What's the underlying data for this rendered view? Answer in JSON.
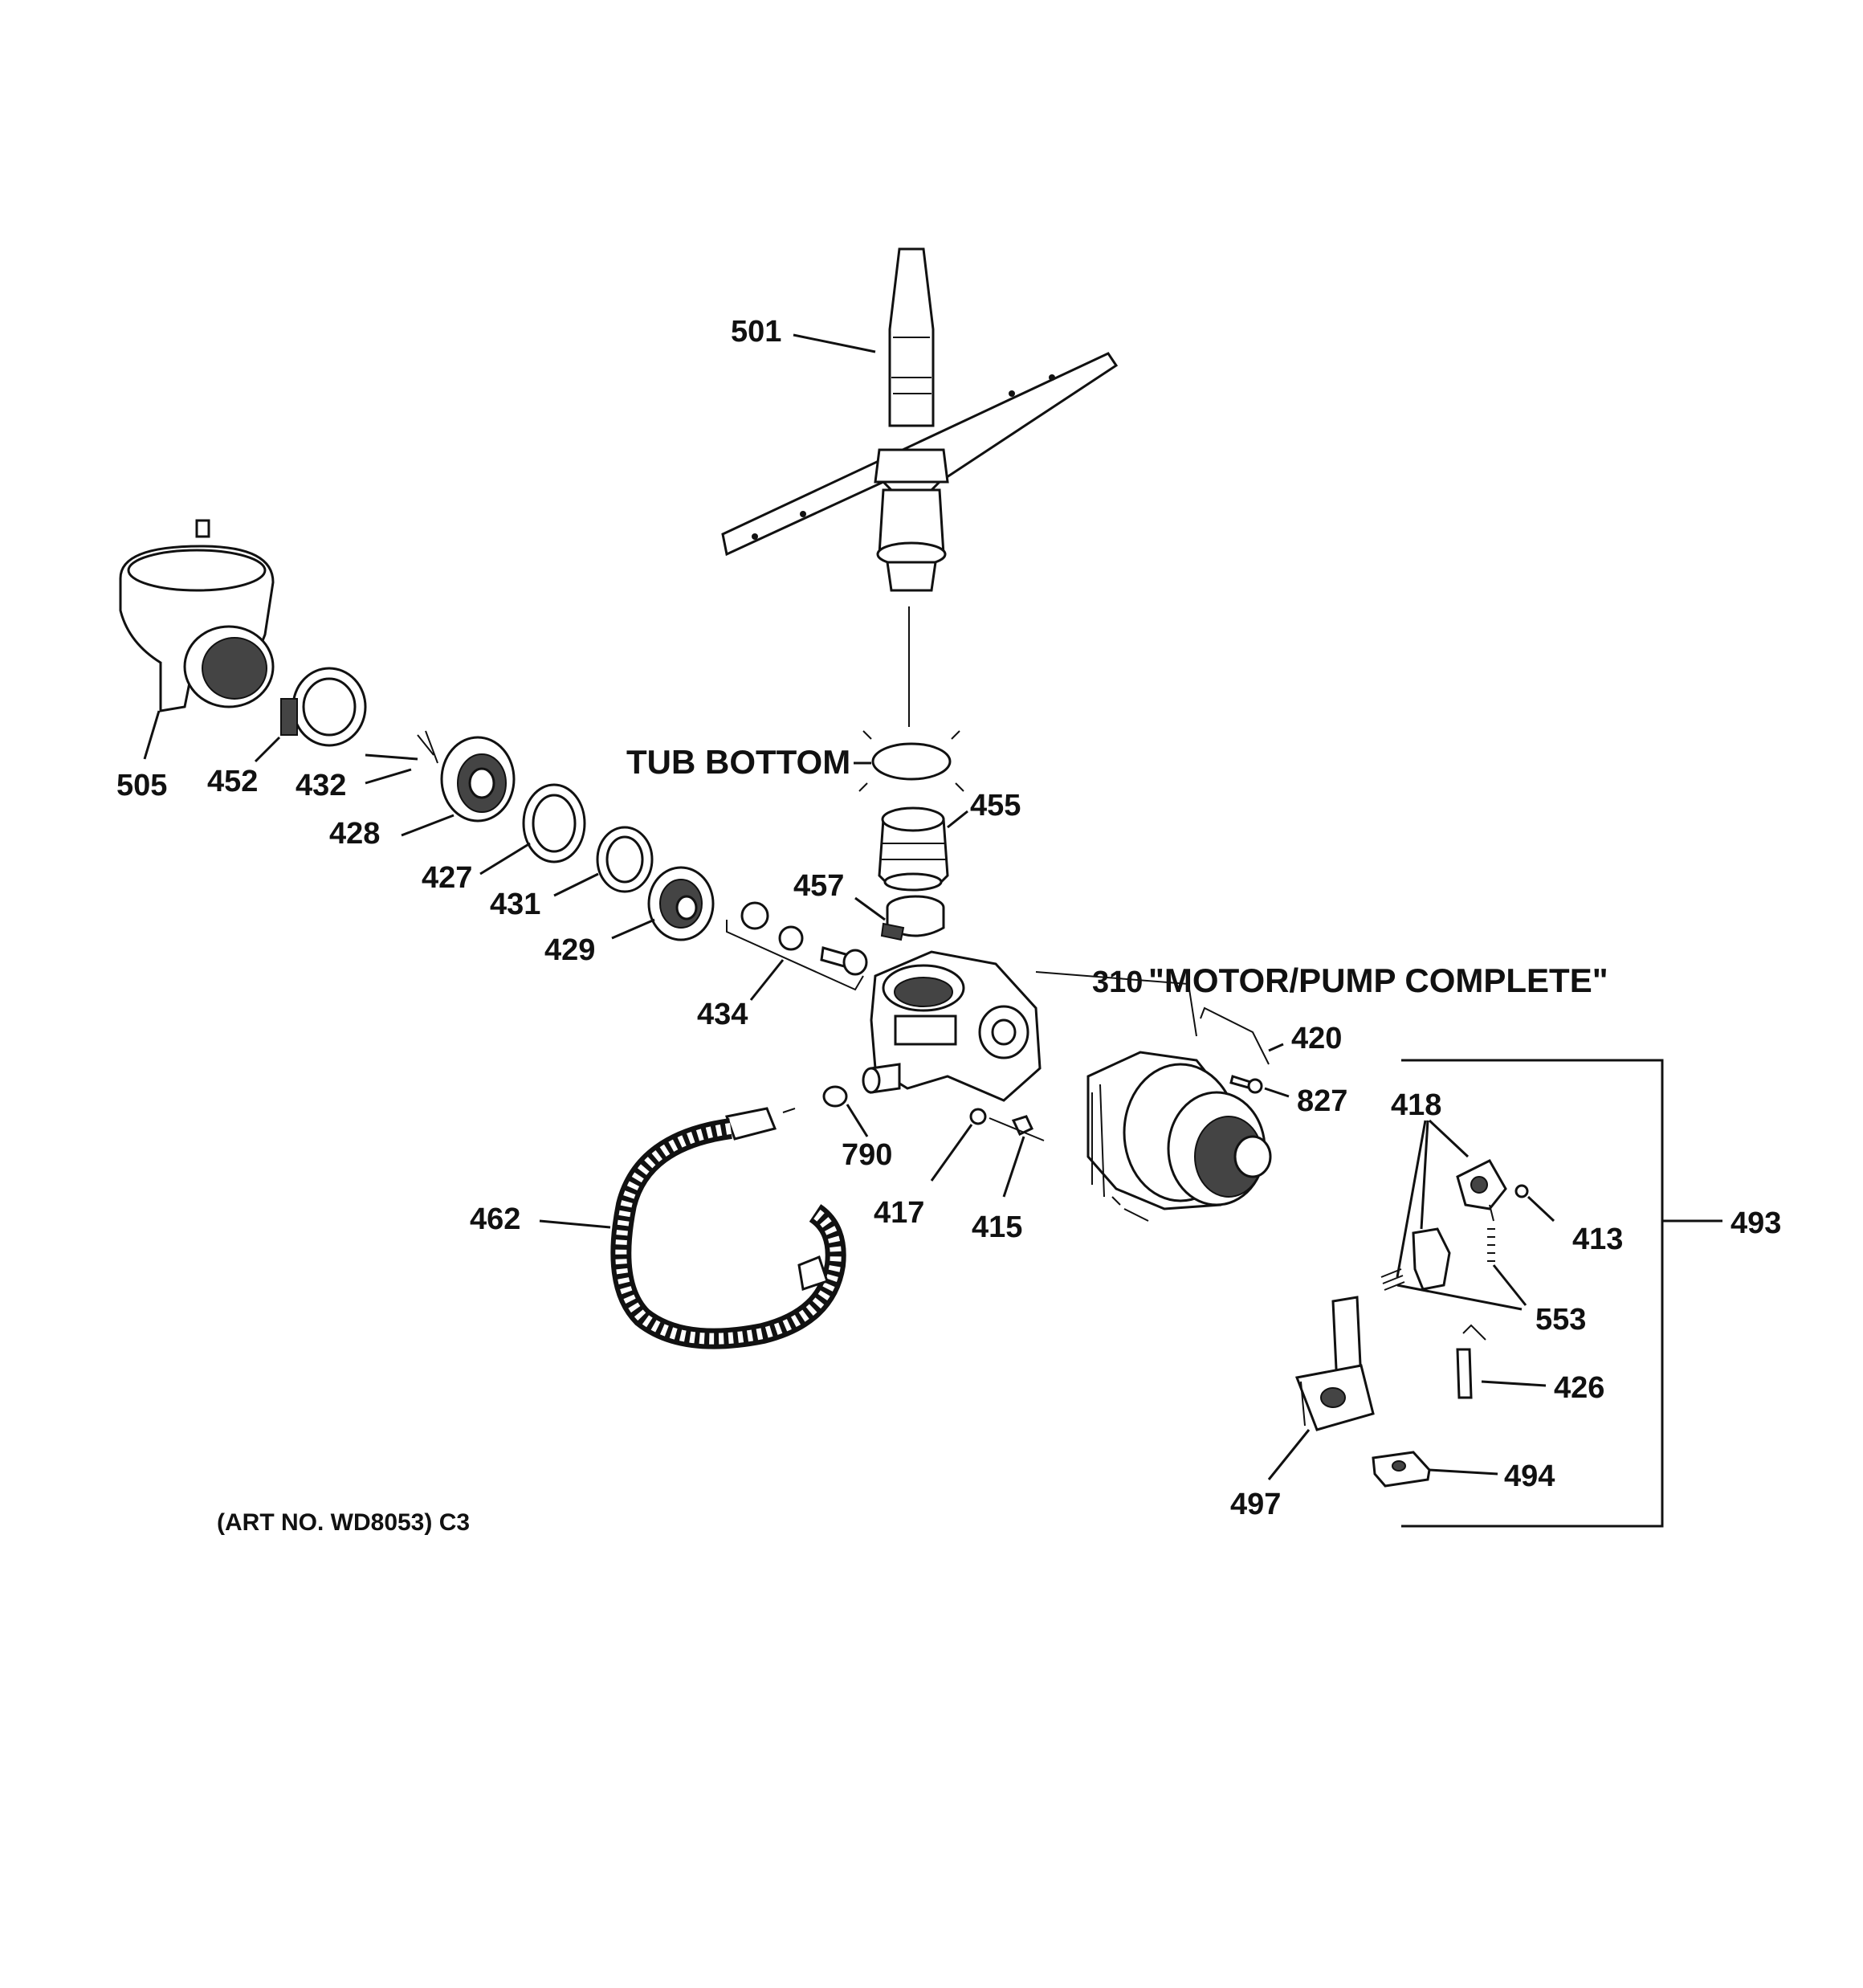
{
  "labels": {
    "p501": "501",
    "p505": "505",
    "p452": "452",
    "p432": "432",
    "p428": "428",
    "p427": "427",
    "p431": "431",
    "p429": "429",
    "p434": "434",
    "p455": "455",
    "p457": "457",
    "p790": "790",
    "p417": "417",
    "p415": "415",
    "p462": "462",
    "p420": "420",
    "p827": "827",
    "p418": "418",
    "p413": "413",
    "p493": "493",
    "p553": "553",
    "p426": "426",
    "p494": "494",
    "p497": "497"
  },
  "tub_bottom": "TUB BOTTOM",
  "motor_pump_num": "310",
  "motor_pump_text": "\"MOTOR/PUMP COMPLETE\"",
  "art_no": "(ART NO. WD8053) C3"
}
